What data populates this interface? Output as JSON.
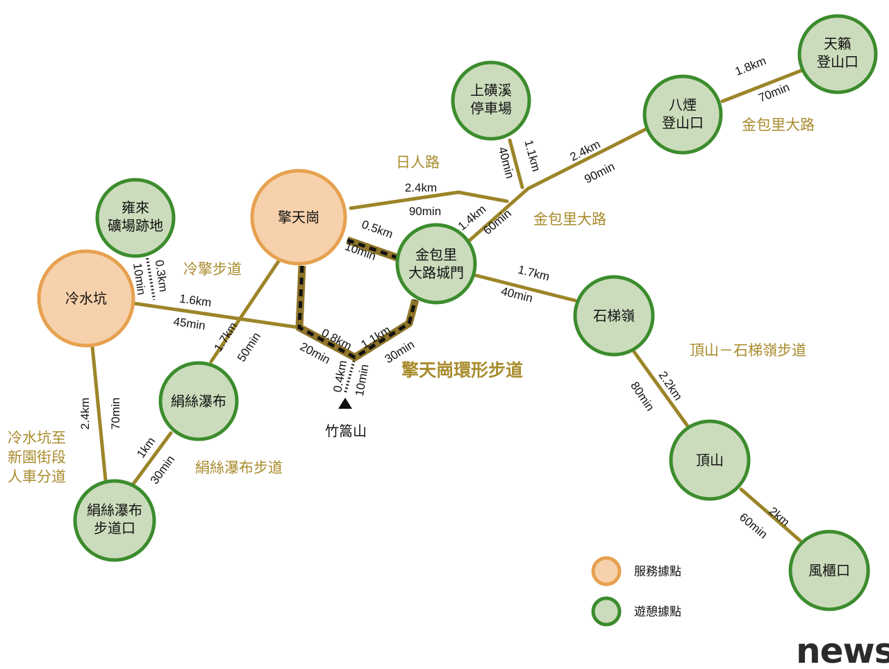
{
  "nodes": {
    "lengshuikeng": {
      "label": [
        "冷水坑"
      ],
      "type": "service"
    },
    "qingtiangang": {
      "label": [
        "擎天崗"
      ],
      "type": "service"
    },
    "yonglai": {
      "label": [
        "雍來",
        "礦場跡地"
      ],
      "type": "rest"
    },
    "juansi": {
      "label": [
        "絹絲瀑布"
      ],
      "type": "rest"
    },
    "juansi_trailhead": {
      "label": [
        "絹絲瀑布",
        "步道口"
      ],
      "type": "rest"
    },
    "jinbaoli_gate": {
      "label": [
        "金包里",
        "大路城門"
      ],
      "type": "rest"
    },
    "shanghuangxi": {
      "label": [
        "上磺溪",
        "停車場"
      ],
      "type": "rest"
    },
    "bayan": {
      "label": [
        "八煙",
        "登山口"
      ],
      "type": "rest"
    },
    "tianlai": {
      "label": [
        "天籟",
        "登山口"
      ],
      "type": "rest"
    },
    "shitiling": {
      "label": [
        "石梯嶺"
      ],
      "type": "rest"
    },
    "dingshan": {
      "label": [
        "頂山"
      ],
      "type": "rest"
    },
    "fenggui": {
      "label": [
        "風櫃口"
      ],
      "type": "rest"
    }
  },
  "edges": {
    "tianlai_bayan": {
      "distance": "1.8km",
      "time": "70min"
    },
    "bayan_junction": {
      "distance": "2.4km",
      "time": "90min"
    },
    "parking_junction": {
      "distance": "1.1km",
      "time": "40min"
    },
    "qingtian_rirenlu": {
      "distance": "2.4km",
      "time": "90min"
    },
    "junction_gate": {
      "distance": "1.4km",
      "time": "60min"
    },
    "qingtian_gate": {
      "distance": "0.5km",
      "time": "10min"
    },
    "gate_shitiling": {
      "distance": "1.7km",
      "time": "40min"
    },
    "shitiling_dingshan": {
      "distance": "2.2km",
      "time": "80min"
    },
    "dingshan_fenggui": {
      "distance": "2km",
      "time": "60min"
    },
    "yonglai_spur": {
      "distance": "0.3km",
      "time": "10min"
    },
    "leng_loop": {
      "distance": "1.6km",
      "time": "45min"
    },
    "qingtian_juansi": {
      "distance": "1.7km",
      "time": "50min"
    },
    "loop_left": {
      "distance": "0.8km",
      "time": "20min"
    },
    "loop_right": {
      "distance": "1.1km",
      "time": "30min"
    },
    "zhuzi_spur": {
      "distance": "0.4km",
      "time": "10min"
    },
    "leng_trailhead": {
      "distance": "2.4km",
      "time": "70min"
    },
    "juansi_trailhead": {
      "distance": "1km",
      "time": "30min"
    }
  },
  "roads": {
    "jinbaoli_upper": "金包里大路",
    "jinbaoli_lower": "金包里大路",
    "rirenlu": "日人路",
    "lengqing": "冷擎步道",
    "qingtian_loop": "擎天崗環形步道",
    "juansi_trail": "絹絲瀑布步道",
    "dingshan_trail": "頂山－石梯嶺步道",
    "lengshui_xinyuan": [
      "冷水坑至",
      "新園街段",
      "人車分道"
    ]
  },
  "peak": {
    "label": "竹篙山"
  },
  "legend": {
    "service": "服務據點",
    "rest": "遊憩據點"
  },
  "brand": "news",
  "colors": {
    "route": "#9c8529",
    "road_text": "#a88b2c",
    "rest_fill": "#cbdcbc",
    "rest_stroke": "#3c8c2d",
    "service_fill": "#f6d1ab",
    "service_stroke": "#e6a150"
  }
}
